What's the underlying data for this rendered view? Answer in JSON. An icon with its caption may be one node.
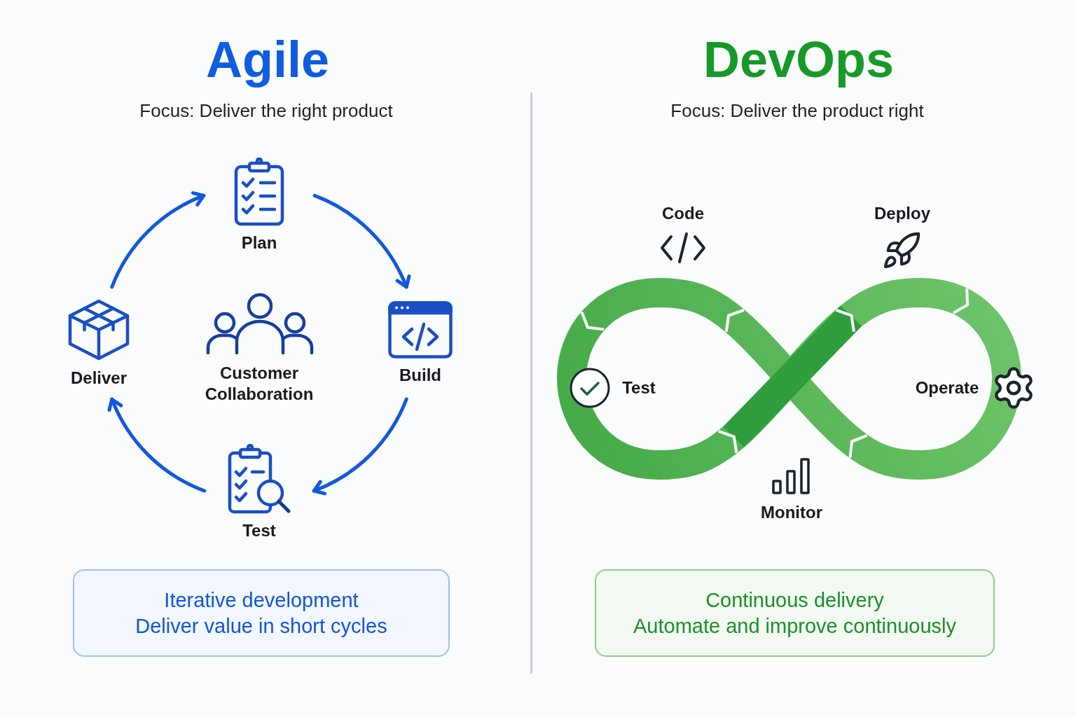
{
  "diagram": {
    "nodes": [
      {
        "text": [
          "Plan"
        ]
      },
      {
        "text": [
          "Deliver"
        ]
      },
      {
        "text": [
          "Build"
        ]
      },
      {
        "text": [
          "Test"
        ]
      },
      {
        "text": [
          "Iterative development",
          "Deliver value in short cycles"
        ]
      },
      {
        "text": [
          "Continuous delivery",
          "Automate and improve continuously"
        ]
      }
    ],
    "edges": [
      {
        "from": 0,
        "to": 2,
        "arrow": "to"
      },
      {
        "from": 2,
        "to": 3,
        "arrow": "to"
      },
      {
        "from": 3,
        "to": 1,
        "arrow": "to"
      },
      {
        "from": 1,
        "to": 0,
        "arrow": "to"
      }
    ],
    "labels": [
      "Agile",
      "Focus: Deliver the right product",
      "Customer Collaboration",
      "DevOps",
      "Focus: Deliver the product right",
      "Code",
      "Deploy",
      "Test",
      "Operate",
      "Monitor"
    ]
  }
}
